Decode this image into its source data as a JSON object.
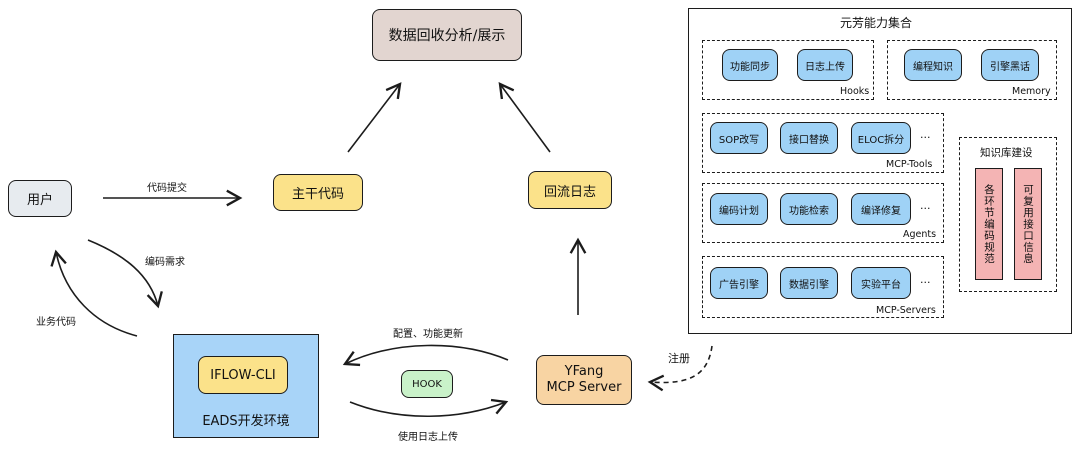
{
  "nodes": {
    "analysis": "数据回收分析/展示",
    "user": "用户",
    "trunk_code": "主干代码",
    "backflow_log": "回流日志",
    "eads_env": "EADS开发环境",
    "iflow_cli": "IFLOW-CLI",
    "hook": "HOOK",
    "yfang_server": "YFang\nMCP Server"
  },
  "edges": {
    "code_submit": "代码提交",
    "coding_need": "编码需求",
    "biz_code": "业务代码",
    "config_update": "配置、功能更新",
    "log_upload": "使用日志上传",
    "register": "注册"
  },
  "panel": {
    "title": "元芳能力集合",
    "hooks": {
      "label": "Hooks",
      "items": [
        "功能同步",
        "日志上传"
      ]
    },
    "memory": {
      "label": "Memory",
      "items": [
        "编程知识",
        "引擎黑话"
      ]
    },
    "mcp_tools": {
      "label": "MCP-Tools",
      "items": [
        "SOP改写",
        "接口替换",
        "ELOC拆分"
      ],
      "more": "..."
    },
    "agents": {
      "label": "Agents",
      "items": [
        "编码计划",
        "功能检索",
        "编译修复"
      ],
      "more": "..."
    },
    "mcp_servers": {
      "label": "MCP-Servers",
      "items": [
        "广告引擎",
        "数据引擎",
        "实验平台"
      ],
      "more": "..."
    },
    "knowledge": {
      "title": "知识库建设",
      "items": [
        "各环节编码规范",
        "可复用接口信息"
      ]
    }
  },
  "colors": {
    "analysis_fill": "#e2d5d0",
    "user_fill": "#e7ebef",
    "yellow_fill": "#fbe28a",
    "env_fill": "#a8d4f8",
    "hook_fill": "#c9f2c9",
    "server_fill": "#f8d4a3",
    "chip_fill": "#9fd2f6",
    "knowledge_fill": "#f4b4b4"
  }
}
